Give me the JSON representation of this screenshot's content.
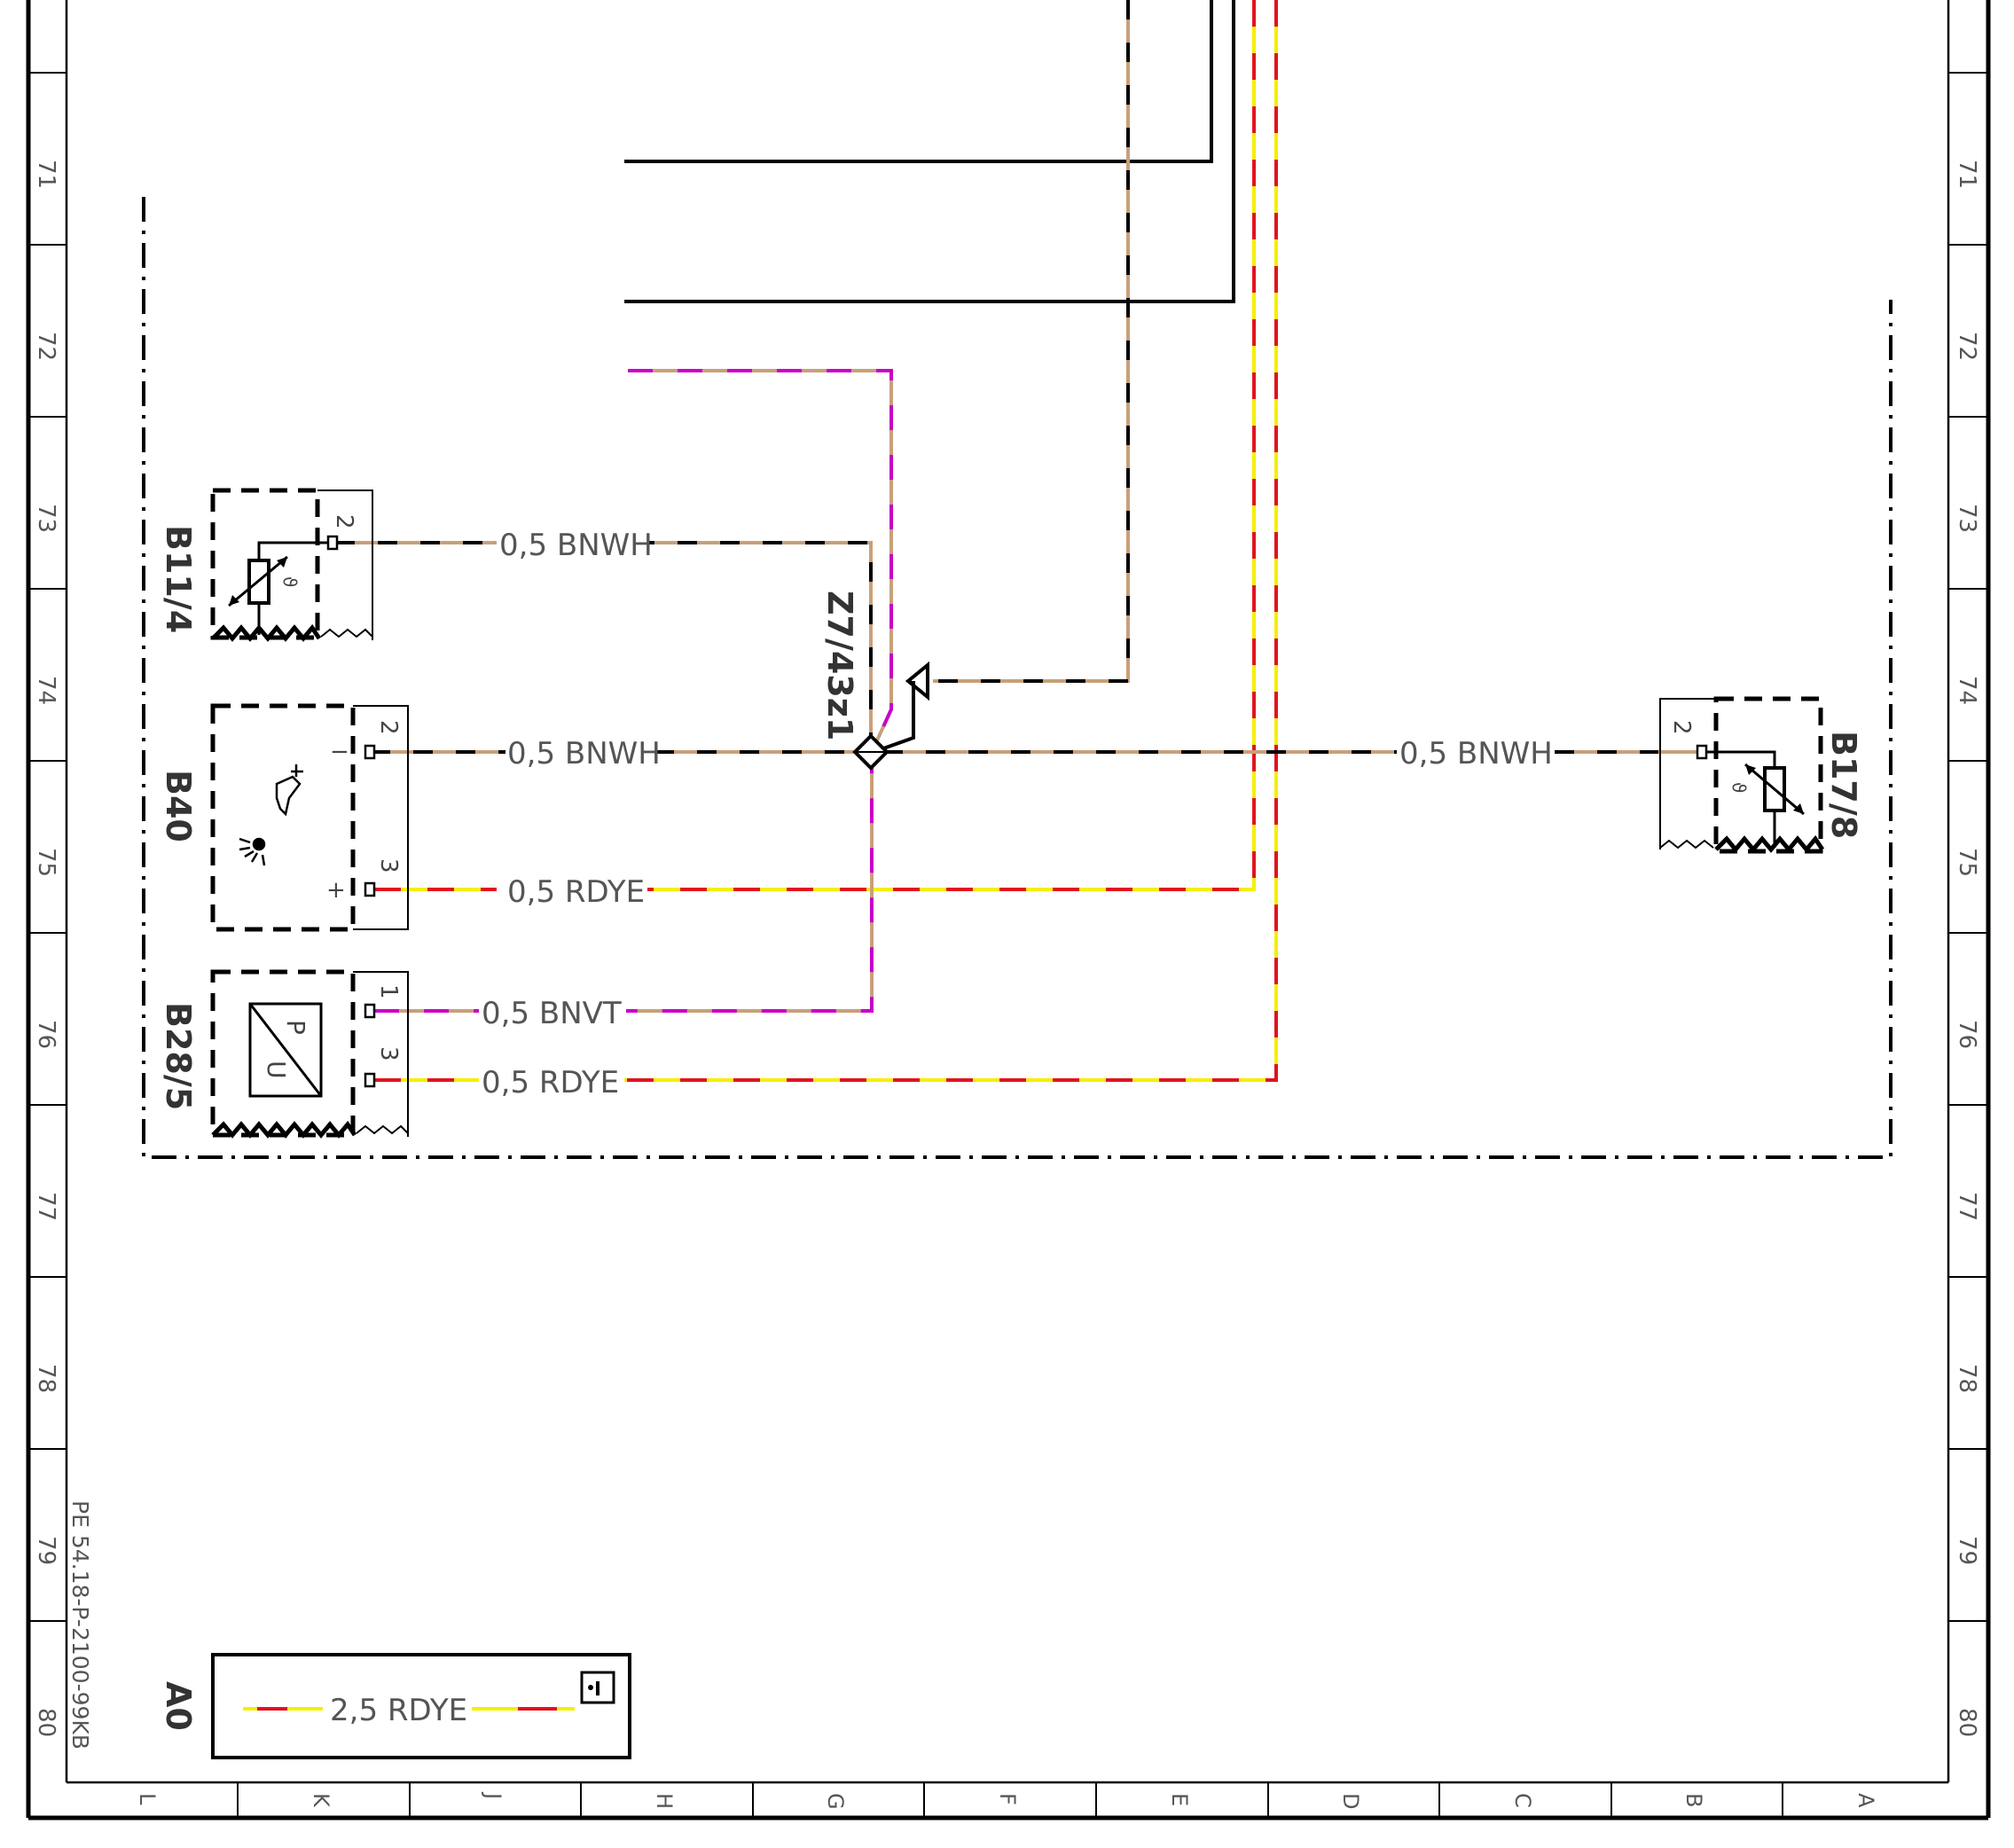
{
  "document_code": "PE 54.18-P-2100-99KB",
  "row_numbers": [
    "71",
    "72",
    "73",
    "74",
    "75",
    "76",
    "77",
    "78",
    "79",
    "80"
  ],
  "column_letters": [
    "L",
    "K",
    "J",
    "H",
    "G",
    "F",
    "E",
    "D",
    "C",
    "B",
    "A"
  ],
  "components": {
    "b11_4": {
      "name": "B11/4",
      "pin": "2"
    },
    "b40": {
      "name": "B40",
      "pin_top": "2",
      "pin_bottom": "3",
      "sign_top": "−",
      "sign_bottom": "+"
    },
    "b28_5": {
      "name": "B28/5",
      "pin_top": "1",
      "pin_bottom": "3",
      "letter_p": "P",
      "letter_u": "U"
    },
    "b17_8": {
      "name": "B17/8",
      "pin": "2"
    },
    "a0": {
      "name": "A0"
    }
  },
  "splice": {
    "name": "Z7/43z1"
  },
  "wires": {
    "b11_4": "0,5 BNWH",
    "b40_pin2": "0,5 BNWH",
    "b40_pin3": "0,5 RDYE",
    "b28_5_pin1": "0,5 BNVT",
    "b28_5_pin3": "0,5 RDYE",
    "b17_8": "0,5 BNWH",
    "a0": "2,5 RDYE"
  },
  "info_icon": "info-icon",
  "colors": {
    "brown": "#C8A07A",
    "black": "#000000",
    "white": "#ffffff",
    "red": "#E0141E",
    "yellow": "#F5F000",
    "violet": "#C800C8"
  }
}
